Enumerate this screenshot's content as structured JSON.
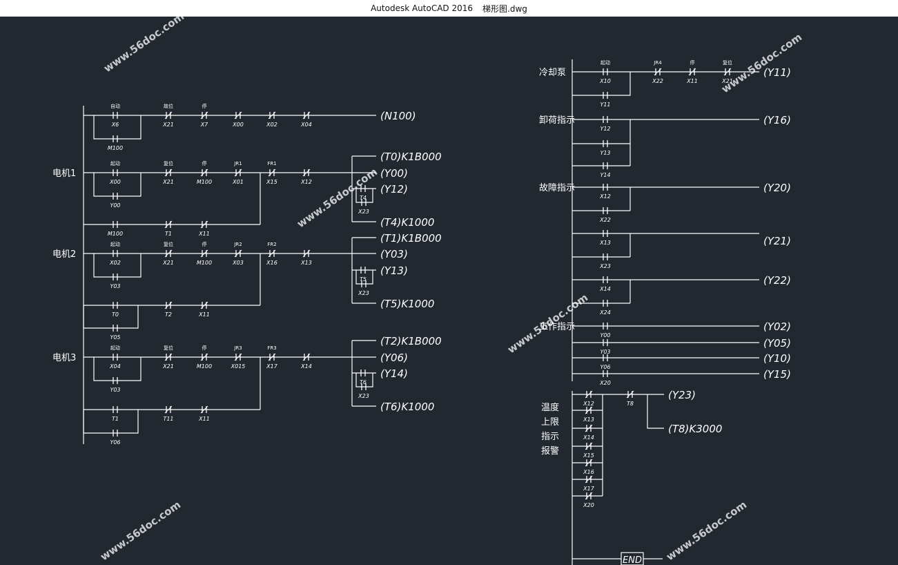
{
  "window": {
    "app_title": "Autodesk AutoCAD 2016",
    "file_name": "梯形图.dwg"
  },
  "colors": {
    "background": "#212830",
    "line": "#ffffff",
    "watermark": "#c0392b"
  },
  "watermark_text": "www.56doc.com",
  "left": {
    "labels": {
      "m1": "电机1",
      "m2": "电机2",
      "m3": "电机3"
    },
    "row0": {
      "tags": [
        "自动",
        "故位",
        "停"
      ],
      "contacts": [
        "X6",
        "X21",
        "X7",
        "X00",
        "X02",
        "X04"
      ],
      "branch": "M100",
      "coil": "(N100)"
    },
    "m1": {
      "tags": [
        "起动",
        "复位",
        "停",
        "JR1",
        "FR1"
      ],
      "contacts": [
        "X00",
        "X21",
        "M100",
        "X01",
        "X15",
        "X12"
      ],
      "branch": "Y00",
      "lower": [
        "M100",
        "T1",
        "X11"
      ],
      "outputs": [
        "(T0)K1B000",
        "(Y00)",
        "(Y12)",
        "(T4)K1000"
      ],
      "timer": "T4",
      "sub": "X23"
    },
    "m2": {
      "tags": [
        "起动",
        "复位",
        "停",
        "JR2",
        "FR2"
      ],
      "contacts": [
        "X02",
        "X21",
        "M100",
        "X03",
        "X16",
        "X13"
      ],
      "branch": "Y03",
      "lower": [
        "T0",
        "T2",
        "X11"
      ],
      "lower_branch": "Y05",
      "outputs": [
        "(T1)K1B000",
        "(Y03)",
        "(Y13)",
        "(T5)K1000"
      ],
      "timer": "T5",
      "sub": "X23"
    },
    "m3": {
      "tags": [
        "起动",
        "复位",
        "停",
        "JR3",
        "FR3"
      ],
      "contacts": [
        "X04",
        "X21",
        "M100",
        "X015",
        "X17",
        "X14"
      ],
      "branch": "Y03",
      "lower": [
        "T1",
        "T11",
        "X11"
      ],
      "lower_branch": "Y06",
      "outputs": [
        "(T2)K1B000",
        "(Y06)",
        "(Y14)",
        "(T6)K1000"
      ],
      "timer": "T6",
      "sub": "X23"
    }
  },
  "right": {
    "labels": {
      "pump": "冷却泵",
      "unload": "卸荷指示",
      "fault": "故障指示",
      "work": "工作指示",
      "temp": [
        "温度",
        "上限",
        "指示",
        "报警"
      ]
    },
    "pump": {
      "tags": [
        "起动",
        "JR4",
        "停",
        "复位"
      ],
      "contacts": [
        "X10",
        "X22",
        "X11",
        "X21"
      ],
      "branch": "Y11",
      "coil": "(Y11)"
    },
    "unload": {
      "contacts": [
        "Y12",
        "Y13",
        "Y14"
      ],
      "coil": "(Y16)"
    },
    "fault": {
      "rows": [
        {
          "contacts": [
            "X12",
            "X22"
          ],
          "coil": "(Y20)"
        },
        {
          "contacts": [
            "X13",
            "X23"
          ],
          "coil": "(Y21)"
        },
        {
          "contacts": [
            "X14",
            "X24"
          ],
          "coil": "(Y22)"
        }
      ]
    },
    "work": {
      "contacts": [
        "Y00",
        "Y03",
        "Y06",
        "X20"
      ],
      "coils": [
        "(Y02)",
        "(Y05)",
        "(Y10)",
        "(Y15)"
      ]
    },
    "temp": {
      "contacts": [
        "X12",
        "X13",
        "X14",
        "X15",
        "X16",
        "X17",
        "X20"
      ],
      "timer_contact": "T8",
      "coil": "(Y23)",
      "timer": "(T8)K3000"
    },
    "end": "END"
  }
}
